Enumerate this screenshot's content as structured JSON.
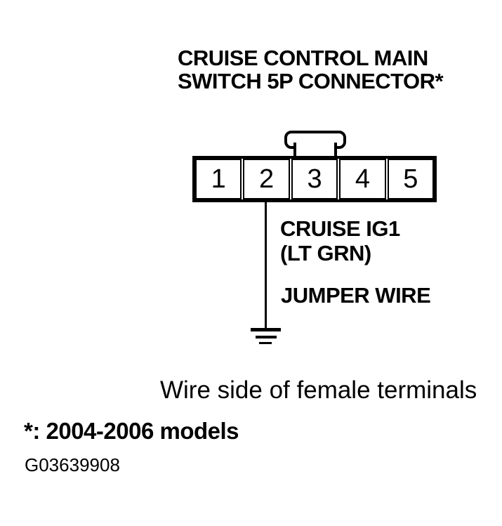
{
  "page": {
    "background_color": "#ffffff",
    "ink_color": "#000000"
  },
  "diagram": {
    "title_line1": "CRUISE CONTROL MAIN",
    "title_line2": "SWITCH 5P CONNECTOR*",
    "connector": {
      "terminals": [
        "1",
        "2",
        "3",
        "4",
        "5"
      ],
      "wire_from_terminal": "2"
    },
    "wire_label_line1": "CRUISE IG1",
    "wire_label_line2": "(LT GRN)",
    "jumper_label": "JUMPER WIRE",
    "ground_icon": "earth-ground-symbol"
  },
  "caption": "Wire side of female terminals",
  "footnote": "*: 2004-2006 models",
  "figure_id": "G03639908"
}
